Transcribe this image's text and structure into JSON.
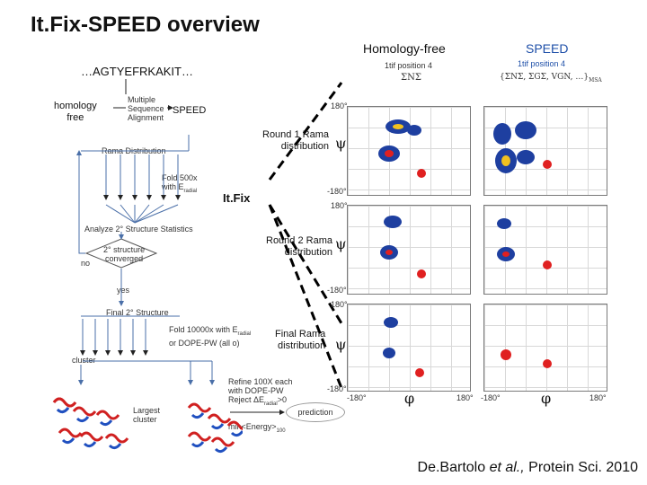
{
  "title": "It.Fix-SPEED overview",
  "sequence": "…AGTYEFRKAKIT…",
  "homology_free_label_left": "homology\nfree",
  "msa_label": "Multiple\nSequence\nAlignment",
  "speed_label_left": "SPEED",
  "rama_distribution_label": "Rama Distribution",
  "fold_500": "Fold 500x\nwith E",
  "fold_500_sub": "radial",
  "analyze_label": "Analyze 2° Structure Statistics",
  "converged_label": "2° structure\nconverged",
  "no_label": "no",
  "yes_label": "yes",
  "final_structure_label": "Final 2° Structure",
  "fold_10000": "Fold 10000x with E",
  "fold_10000_sub": "radial",
  "fold_10000_b": "or DOPE-PW (all o)",
  "cluster_label": "cluster",
  "largest_cluster_label": "Largest\ncluster",
  "refine_label": "Refine 100X each\nwith DOPE-PW\nReject ΔE",
  "refine_sub": "radial",
  "refine_tail": ">0",
  "min_energy_label": "min<Energy>",
  "min_energy_sub": "100",
  "prediction_label": "prediction",
  "itfix_label": "It.Fix",
  "round1_label": "Round 1 Rama\ndistribution",
  "round2_label": "Round 2 Rama\ndistribution",
  "final_rama_label": "Final Rama\ndistribution",
  "psi_symbol": "ψ",
  "phi_symbol": "φ",
  "tick_180": "180°",
  "tick_m180": "-180°",
  "col1_title": "Homology-free",
  "col1_sub": "1tif position 4",
  "col1_code": "ΣNΣ",
  "col2_title": "SPEED",
  "col2_sub": "1tif position 4",
  "col2_code": "{ΣNΣ, ΣGΣ, VGN, …}",
  "col2_code_sub": "MSA",
  "citation_pre": "De.Bartolo ",
  "citation_etal": "et al.,",
  "citation_post": " Protein Sci. 2010",
  "colors": {
    "arrow": "#4a6fa8",
    "dash": "#000000",
    "speed_title": "#1e4fa8",
    "heat_red": "#e02020",
    "heat_blue": "#1e3fa0"
  }
}
